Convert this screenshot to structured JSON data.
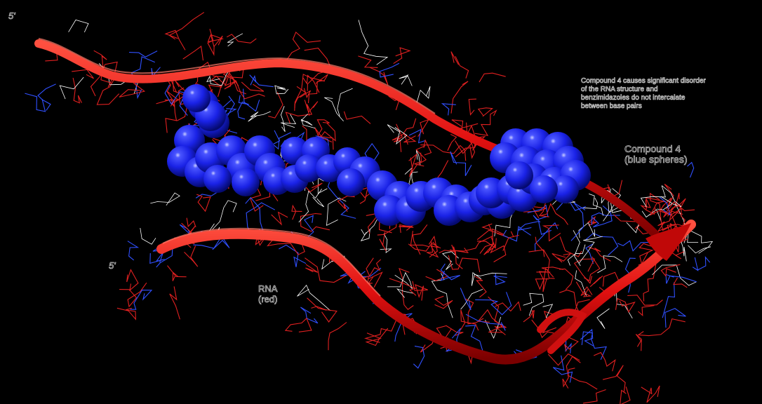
{
  "labels": {
    "end_top": "5'",
    "end_left": "5'",
    "rna_line1": "RNA",
    "rna_line2": "(red)",
    "compound_line1": "Compound 4",
    "compound_line2": "(blue spheres)",
    "description_lines": [
      "Compound 4 causes significant disorder",
      "of the RNA structure and",
      "benzimidazoles do not intercalate",
      "between base pairs"
    ]
  },
  "colors": {
    "background": "#000000",
    "rna_ribbon": "#e01010",
    "rna_atoms": "#e02020",
    "nitrogen_atoms": "#3050ff",
    "hydrogen_atoms": "#ffffff",
    "compound_spheres": "#1020e0"
  }
}
